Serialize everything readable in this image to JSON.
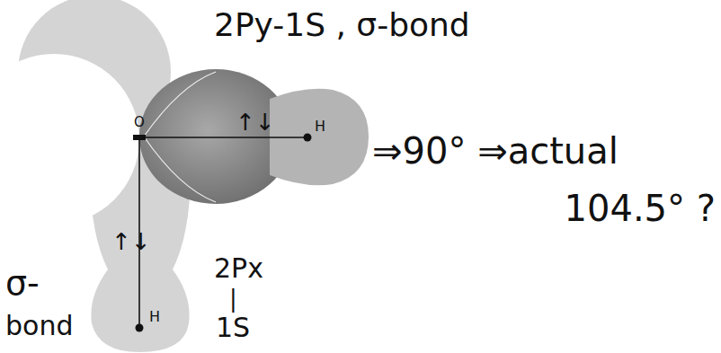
{
  "diagram": {
    "labels": [
      "2Py-1S , σ-bond",
      "O",
      "H",
      "↑↓",
      "⇒90° ⇒actual",
      "104.5° ?",
      "↑↓",
      "2Px",
      "|",
      "1S",
      "σ-",
      "bond",
      "H"
    ]
  }
}
